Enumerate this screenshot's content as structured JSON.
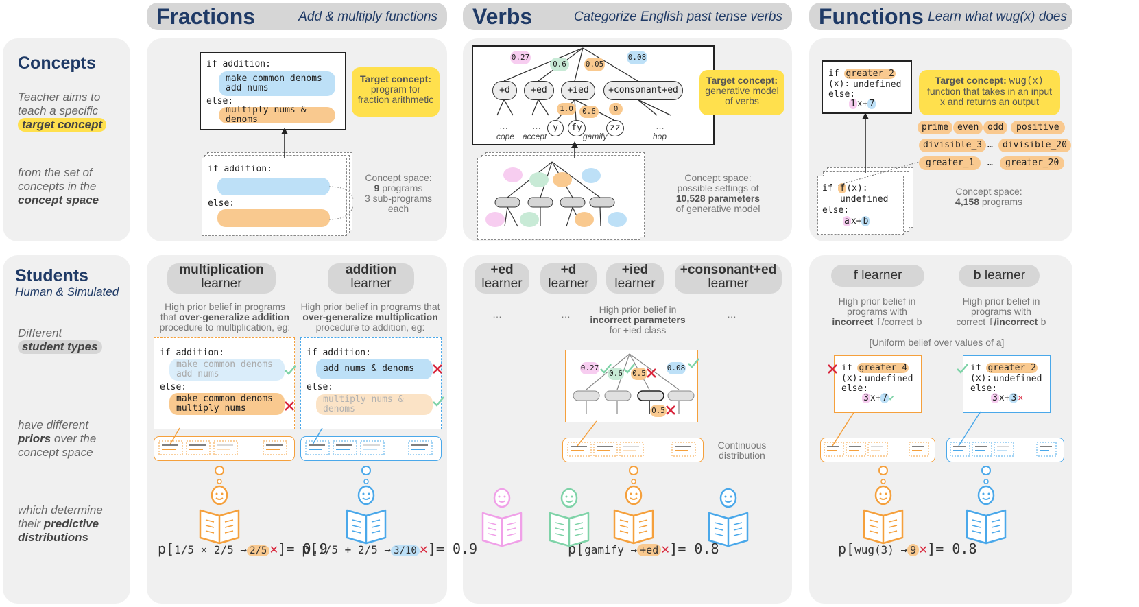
{
  "headers": {
    "fractions": {
      "title": "Fractions",
      "subtitle": "Add & multiply functions"
    },
    "verbs": {
      "title": "Verbs",
      "subtitle": "Categorize English past tense verbs"
    },
    "functions": {
      "title": "Functions",
      "subtitle": "Learn what wug(x) does"
    }
  },
  "rows": {
    "concepts": {
      "title": "Concepts",
      "line1": "Teacher aims to",
      "line2": "teach a specific",
      "highlight": "target concept",
      "line3": "from the set of",
      "line4": "concepts in the",
      "bold": "concept space"
    },
    "students": {
      "title": "Students",
      "subtitle": "Human & Simulated",
      "line1": "Different",
      "highlight": "student types",
      "l2a": "have different",
      "l2b": "priors",
      "l2c": " over the",
      "l2d": "concept space",
      "l3a": "which determine",
      "l3b": "their ",
      "l3c": "predictive",
      "l3d": "distributions"
    }
  },
  "fractions": {
    "code": {
      "if": "if addition:",
      "blue1": "make common denoms",
      "blue2": "add nums",
      "else": "else:",
      "orange": "multiply nums & denoms"
    },
    "target_bold": "Target concept:",
    "target_text1": "program for",
    "target_text2": "fraction arithmetic",
    "space_if": "if addition:",
    "space_else": "else:",
    "space_label1": "Concept space:",
    "space_count": "9",
    "space_label2": " programs",
    "space_label3": "3 sub-programs",
    "space_label4": "each",
    "learner1_bold": "multiplication",
    "learner1_rest": "learner",
    "learner2_bold": "addition",
    "learner2_rest": "learner",
    "prior1_a": "High prior belief in programs",
    "prior1_b": "that ",
    "prior1_bold": "over-generalize addition",
    "prior1_c": "procedure to multiplication, eg:",
    "prior2_a": "High prior belief in programs that",
    "prior2_bold": "over-generalize multiplication",
    "prior2_c": "procedure to addition, eg:",
    "ex1": {
      "if": "if addition:",
      "p1a": "make common denoms",
      "p1b": "add nums",
      "else": "else:",
      "p2a": "make common denoms",
      "p2b": "multiply nums"
    },
    "ex2": {
      "if": "if addition:",
      "p1": "add nums & denoms",
      "else": "else:",
      "p2": "multiply nums & denoms"
    },
    "formula1": {
      "pre": "p",
      "a": "1/5 × 2/5 →",
      "ans": "2/5",
      "post": "= 0.9"
    },
    "formula2": {
      "pre": "p",
      "a": "1/5 + 2/5 →",
      "ans": "3/10",
      "post": "= 0.9"
    }
  },
  "verbs": {
    "probs": [
      "0.27",
      "0.6",
      "0.05",
      "0.08"
    ],
    "nodes": [
      "+d",
      "+ed",
      "+ied",
      "+consonant+ed"
    ],
    "subprobs": [
      "1.0",
      "0.6",
      "0"
    ],
    "leaves": [
      "y",
      "fy",
      "zz"
    ],
    "ellipsis": "…",
    "words": [
      "cope",
      "accept",
      "gamify",
      "hop"
    ],
    "target_bold": "Target concept:",
    "target_text1": "generative model",
    "target_text2": "of verbs",
    "space_label1": "Concept space:",
    "space_label2": "possible settings of",
    "space_bold": "10,528 parameters",
    "space_label3": "of generative model",
    "learners": [
      {
        "bold": "+ed",
        "rest": "learner"
      },
      {
        "bold": "+d",
        "rest": "learner"
      },
      {
        "bold": "+ied",
        "rest": "learner"
      },
      {
        "bold": "+consonant+ed",
        "rest": "learner"
      }
    ],
    "prior_a": "High prior belief in",
    "prior_bold": "incorrect parameters",
    "prior_c": "for +ied class",
    "ex_probs": [
      "0.27",
      "0.6",
      "0.5",
      "0.08"
    ],
    "ex_sub": "0.5",
    "cont1": "Continuous",
    "cont2": "distribution",
    "formula": {
      "pre": "p",
      "a": "gamify →",
      "ans": "+ed",
      "post": "= 0.8"
    }
  },
  "functions": {
    "code": {
      "if": "if ",
      "fn": "greater_2",
      "arg": "(x):",
      "undef": "undefined",
      "else": "else:",
      "a": "1",
      "mid": "x+",
      "b": "7"
    },
    "target_bold": "Target concept:",
    "target_mono": "wug(x)",
    "target_text1": "function that takes in an input",
    "target_text2": "x and returns an output",
    "chips_row1": [
      "prime",
      "even",
      "odd",
      "positive"
    ],
    "chips_row2": [
      "divisible_3",
      "…",
      "divisible_20"
    ],
    "chips_row3": [
      "greater_1",
      "…",
      "greater_20"
    ],
    "space_code": {
      "if": "if ",
      "fn": "f",
      "arg": "(x):",
      "undef": "undefined",
      "else": "else:",
      "a": "a",
      "mid": "x+",
      "b": "b"
    },
    "space_label1": "Concept space:",
    "space_bold": "4,158",
    "space_label2": " programs",
    "learner1_bold": "f",
    "learner1_rest": " learner",
    "learner2_bold": "b",
    "learner2_rest": " learner",
    "prior1_a": "High prior belief in",
    "prior1_b": "programs with",
    "prior1_bold": "incorrect ",
    "prior1_mono": "f",
    "prior1_c": "/correct ",
    "prior1_d": "b",
    "prior2_a": "High prior belief in",
    "prior2_b": "programs with",
    "prior2_c": "correct ",
    "prior2_mono": "f",
    "prior2_bold": "/incorrect ",
    "prior2_d": "b",
    "uniform": "[Uniform belief over values of a]",
    "ex1": {
      "if": "if ",
      "fn": "greater_4",
      "arg": "(x):",
      "undef": "undefined",
      "else": "else:",
      "a": "3",
      "mid": "x+",
      "b": "7"
    },
    "ex2": {
      "if": "if ",
      "fn": "greater_2",
      "arg": "(x):",
      "undef": "undefined",
      "else": "else:",
      "a": "3",
      "mid": "x+",
      "b": "3"
    },
    "formula": {
      "pre": "p",
      "a": "wug(3) →",
      "ans": "9",
      "post": "= 0.8"
    }
  },
  "colors": {
    "navy": "#1f3a66",
    "orange": "#f5a03c",
    "blue": "#4aa8ea",
    "pink": "#f0a0e8",
    "green": "#7fd3a8",
    "red": "#d8263c",
    "check": "#7fd3a8",
    "yellow": "#ffe04d"
  }
}
